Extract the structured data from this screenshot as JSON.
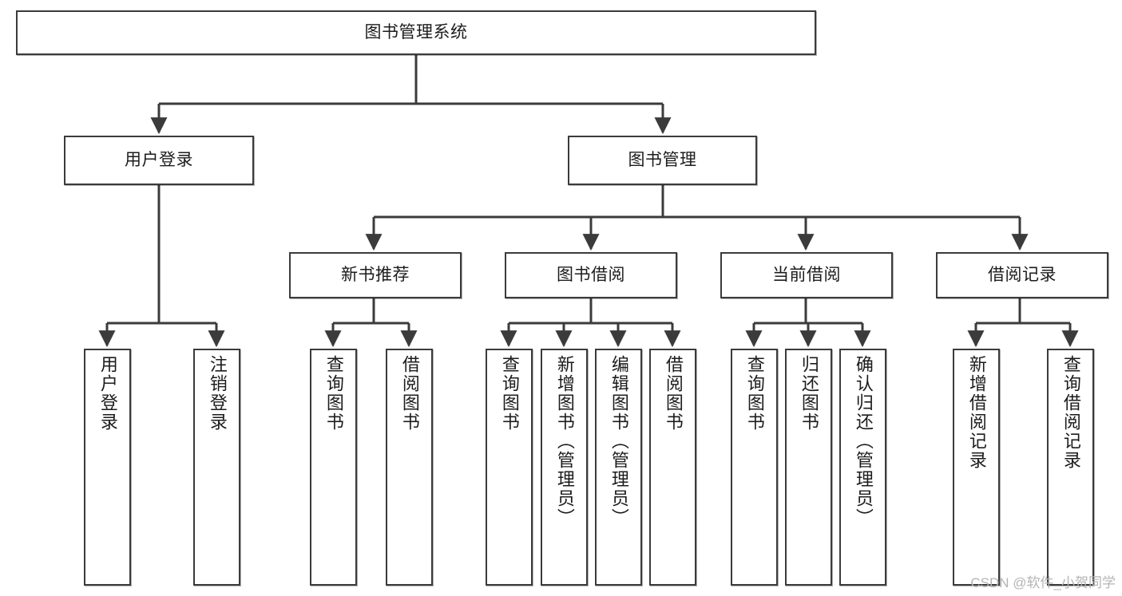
{
  "diagram": {
    "title": "图书管理系统",
    "watermark": "CSDN @软件_小贺同学",
    "type": "tree",
    "root": {
      "id": "root",
      "label": "图书管理系统"
    },
    "level1": [
      {
        "id": "user-login",
        "label": "用户登录"
      },
      {
        "id": "book-manage",
        "label": "图书管理"
      }
    ],
    "level2": [
      {
        "id": "new-book-recommend",
        "label": "新书推荐",
        "parent": "book-manage"
      },
      {
        "id": "book-borrow",
        "label": "图书借阅",
        "parent": "book-manage"
      },
      {
        "id": "current-borrow",
        "label": "当前借阅",
        "parent": "book-manage"
      },
      {
        "id": "borrow-record",
        "label": "借阅记录",
        "parent": "book-manage"
      }
    ],
    "leaves": [
      {
        "id": "leaf-user-login",
        "label": "用户登录",
        "parent": "user-login"
      },
      {
        "id": "leaf-logout-login",
        "label": "注销登录",
        "parent": "user-login"
      },
      {
        "id": "leaf-query-book-1",
        "label": "查询图书",
        "parent": "new-book-recommend"
      },
      {
        "id": "leaf-borrow-book-1",
        "label": "借阅图书",
        "parent": "new-book-recommend"
      },
      {
        "id": "leaf-query-book-2",
        "label": "查询图书",
        "parent": "book-borrow"
      },
      {
        "id": "leaf-add-book",
        "label": "新增图书（管理员）",
        "parent": "book-borrow"
      },
      {
        "id": "leaf-edit-book",
        "label": "编辑图书（管理员）",
        "parent": "book-borrow"
      },
      {
        "id": "leaf-borrow-book-2",
        "label": "借阅图书",
        "parent": "book-borrow"
      },
      {
        "id": "leaf-query-book-3",
        "label": "查询图书",
        "parent": "current-borrow"
      },
      {
        "id": "leaf-return-book",
        "label": "归还图书",
        "parent": "current-borrow"
      },
      {
        "id": "leaf-confirm-return",
        "label": "确认归还（管理员）",
        "parent": "current-borrow"
      },
      {
        "id": "leaf-add-record",
        "label": "新增借阅记录",
        "parent": "borrow-record"
      },
      {
        "id": "leaf-query-record",
        "label": "查询借阅记录",
        "parent": "borrow-record"
      }
    ],
    "colors": {
      "stroke": "#3b3b3b",
      "fill": "#ffffff",
      "text": "#1c1c1c",
      "watermark": "#b4b4b4"
    }
  }
}
